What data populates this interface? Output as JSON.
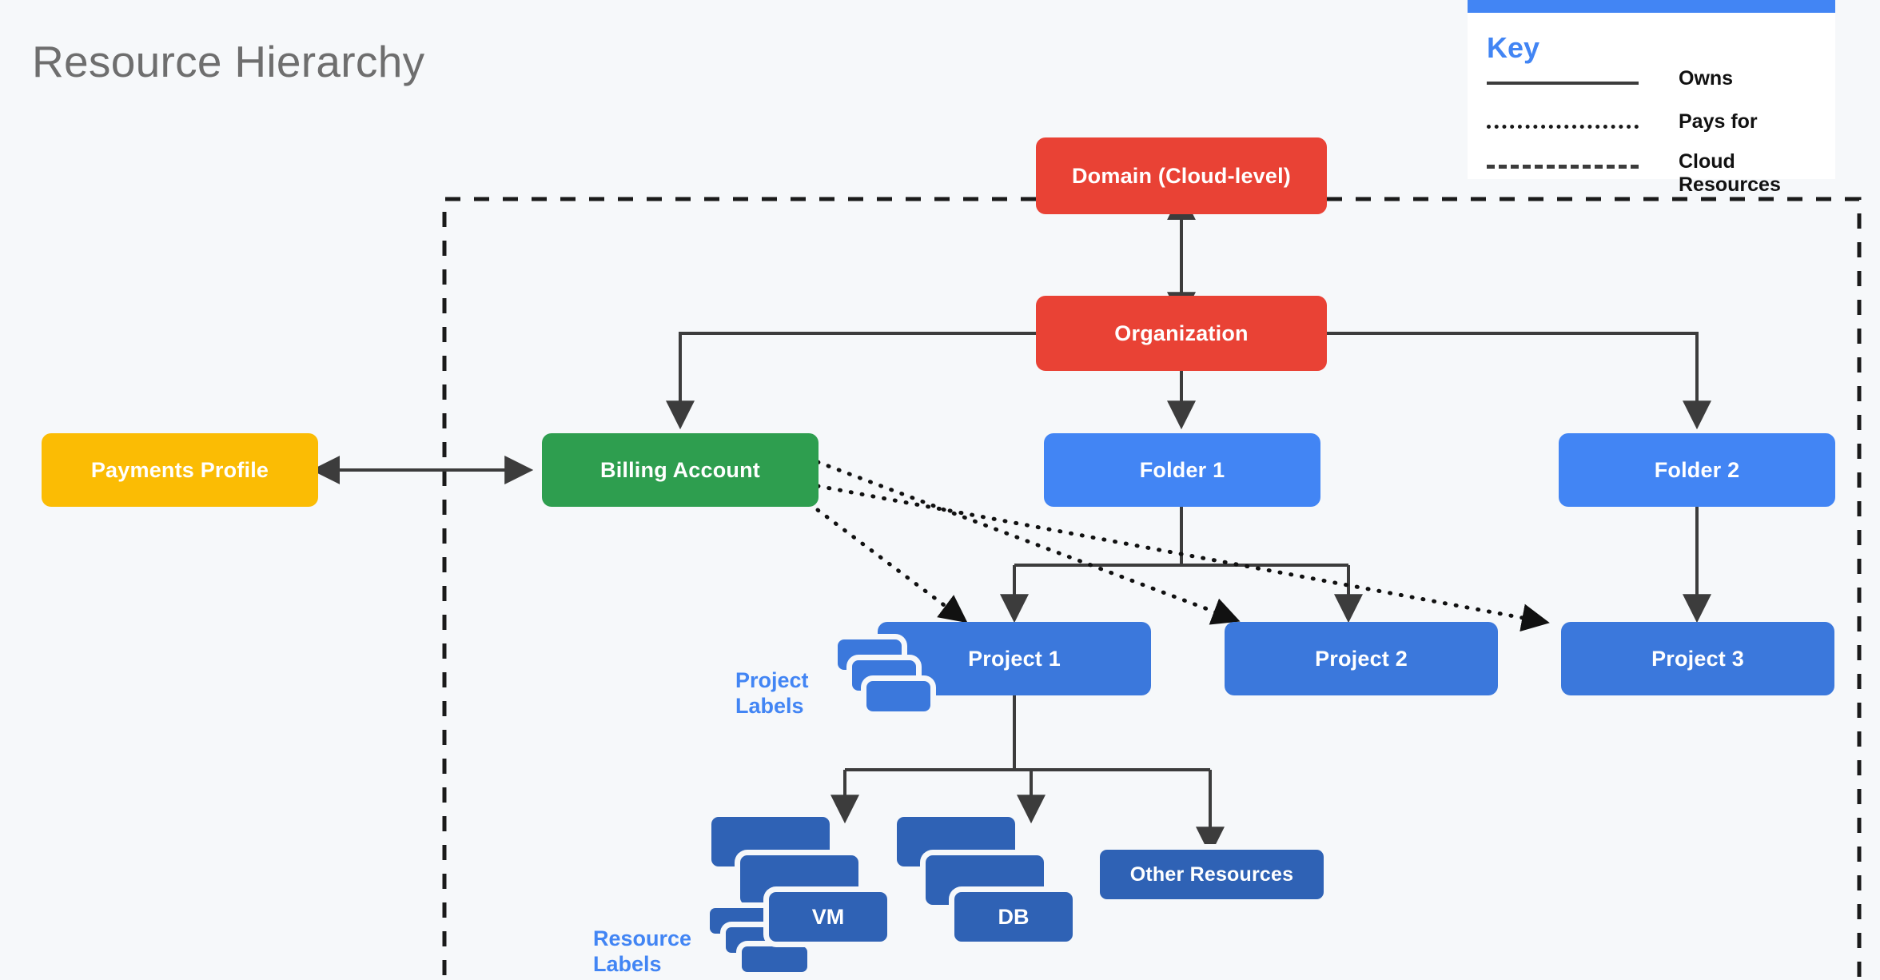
{
  "page": {
    "title": "Resource Hierarchy",
    "background_color": "#F6F8FA"
  },
  "legend": {
    "title": "Key",
    "accent_color": "#4285F4",
    "rows": [
      {
        "style": "solid",
        "label": "Owns"
      },
      {
        "style": "dotted",
        "label": "Pays for"
      },
      {
        "style": "dashed",
        "label": "Cloud\nResources"
      }
    ]
  },
  "colors": {
    "red": "#E94235",
    "green": "#2E9E4F",
    "amber": "#FBBC04",
    "folder_blue": "#4285F4",
    "project_blue": "#3B78DC",
    "resource_blue": "#2F62B5",
    "line": "#3C3C3C",
    "title_gray": "#6E6E6E"
  },
  "nodes": {
    "domain": "Domain (Cloud-level)",
    "organization": "Organization",
    "payments_profile": "Payments Profile",
    "billing_account": "Billing Account",
    "folder1": "Folder 1",
    "folder2": "Folder 2",
    "project1": "Project 1",
    "project2": "Project 2",
    "project3": "Project 3",
    "vm": "VM",
    "db": "DB",
    "other_resources": "Other Resources"
  },
  "annotations": {
    "project_labels": "Project\nLabels",
    "resource_labels": "Resource\nLabels"
  },
  "cloud_boundary": {
    "style": "dashed",
    "description": "Cloud Resources"
  }
}
